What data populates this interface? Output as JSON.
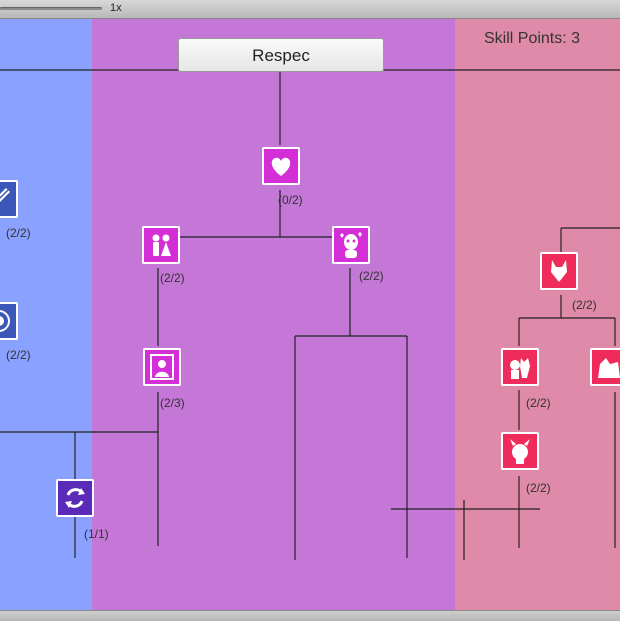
{
  "toolbar": {
    "zoom_label": "1x"
  },
  "header": {
    "respec_label": "Respec",
    "skill_points_text": "Skill Points: 3"
  },
  "columns": {
    "blue_color": "#8ba1ff",
    "purple_color": "#c477d6",
    "pink_color": "#df8aa8"
  },
  "skills": {
    "blue_pen": {
      "icon": "pen-icon",
      "level": "(2/2)"
    },
    "blue_circle": {
      "icon": "circle-emblem-icon",
      "level": "(2/2)"
    },
    "violet_cycle": {
      "icon": "cycle-arrows-icon",
      "level": "(1/1)"
    },
    "heart": {
      "icon": "heart-icon",
      "level": "(0/2)"
    },
    "couple": {
      "icon": "couple-icon",
      "level": "(2/2)"
    },
    "love_face": {
      "icon": "love-face-icon",
      "level": "(2/2)"
    },
    "portrait": {
      "icon": "portrait-icon",
      "level": "(2/3)"
    },
    "cat_head": {
      "icon": "cat-head-icon",
      "level": "(2/2)"
    },
    "creatures": {
      "icon": "creatures-icon",
      "level": "(2/2)"
    },
    "beast": {
      "icon": "beast-icon",
      "level": ""
    },
    "horned_head": {
      "icon": "horned-head-icon",
      "level": "(2/2)"
    }
  }
}
